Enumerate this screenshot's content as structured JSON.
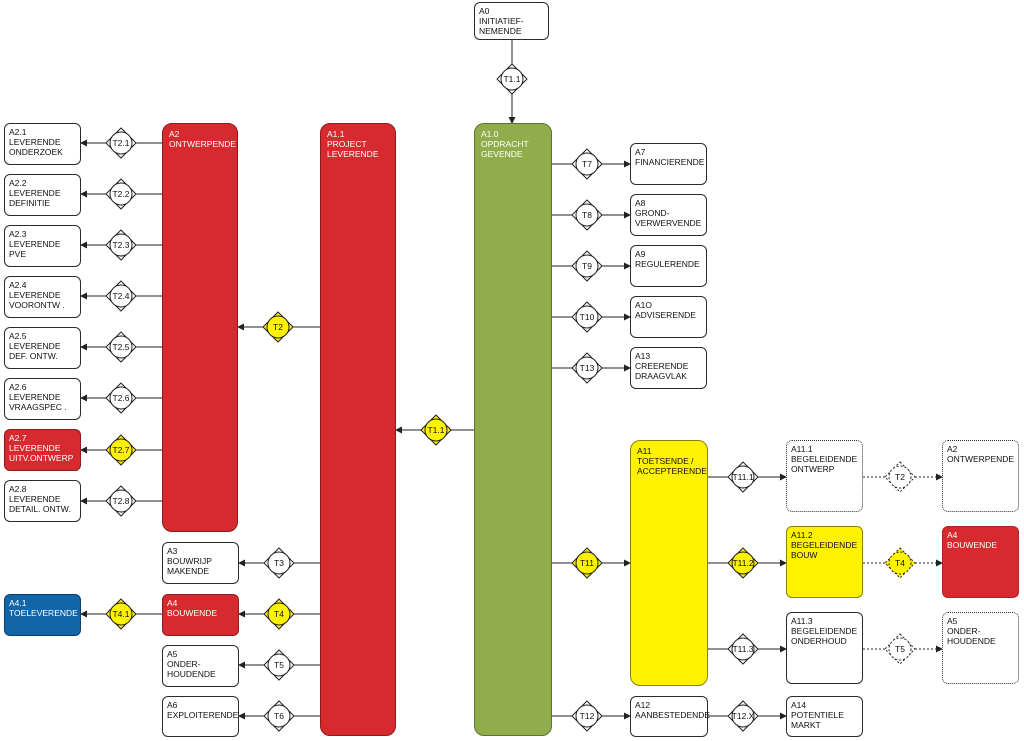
{
  "actors": {
    "a0": [
      "A0",
      "INITIATIEF-",
      "NEMENDE"
    ],
    "a2_bar": [
      "A2",
      "ONTWERPENDE"
    ],
    "a11_bar": [
      "A1.1",
      "PROJECT",
      "LEVERENDE"
    ],
    "a10_bar": [
      "A1.0",
      "OPDRACHT",
      "GEVENDE"
    ],
    "a21": [
      "A2.1",
      "LEVERENDE",
      "ONDERZOEK"
    ],
    "a22": [
      "A2.2",
      "LEVERENDE",
      "DEFINITIE"
    ],
    "a23": [
      "A2.3",
      "LEVERENDE",
      "PVE"
    ],
    "a24": [
      "A2.4",
      "LEVERENDE",
      "VOORONTW ."
    ],
    "a25": [
      "A2.5",
      "LEVERENDE",
      "DEF. ONTW."
    ],
    "a26": [
      "A2.6",
      "LEVERENDE",
      "VRAAGSPEC ."
    ],
    "a27": [
      "A2.7",
      "LEVERENDE",
      "UITV.ONTWERP"
    ],
    "a28": [
      "A2.8",
      "LEVERENDE",
      "DETAIL. ONTW."
    ],
    "a3": [
      "A3",
      "BOUWRIJP",
      "MAKENDE"
    ],
    "a41": [
      "A4.1",
      "TOELEVERENDE"
    ],
    "a4_left": [
      "A4",
      "BOUWENDE"
    ],
    "a5_left": [
      "A5",
      "ONDER-",
      "HOUDENDE"
    ],
    "a6": [
      "A6",
      "EXPLOITERENDE"
    ],
    "a7": [
      "A7",
      "FINANCIERENDE"
    ],
    "a8": [
      "A8",
      "GROND-",
      "VERWERVENDE"
    ],
    "a9": [
      "A9",
      "REGULERENDE"
    ],
    "a10": [
      "A1O",
      "ADVISERENDE"
    ],
    "a13": [
      "A13",
      "CREERENDE",
      "DRAAGVLAK"
    ],
    "a11_toets": [
      "A11",
      "TOETSENDE /",
      "ACCEPTERENDE"
    ],
    "a12": [
      "A12",
      "AANBESTEDENDE"
    ],
    "a111": [
      "A11.1",
      "BEGELEIDENDE",
      "ONTWERP"
    ],
    "a112": [
      "A11.2",
      "BEGELEIDENDE",
      "BOUW"
    ],
    "a113": [
      "A11.3",
      "BEGELEIDENDE",
      "ONDERHOUD"
    ],
    "a14": [
      "A14",
      "POTENTIELE",
      "MARKT"
    ],
    "a2_right": [
      "A2",
      "ONTWERPENDE"
    ],
    "a4_right": [
      "A4",
      "BOUWENDE"
    ],
    "a5_right": [
      "A5",
      "ONDER-",
      "HOUDENDE"
    ]
  },
  "transactions": {
    "t11_top": "T1.1",
    "t21": "T2.1",
    "t22": "T2.2",
    "t23": "T2.3",
    "t24": "T2.4",
    "t25": "T2.5",
    "t26": "T2.6",
    "t27": "T2.7",
    "t28": "T2.8",
    "t2": "T2",
    "t11_mid": "T1.1",
    "t3": "T3",
    "t4": "T4",
    "t41": "T4.1",
    "t5": "T5",
    "t6": "T6",
    "t7": "T7",
    "t8": "T8",
    "t9": "T9",
    "t10": "T10",
    "t13": "T13",
    "t11": "T11",
    "t12": "T12",
    "t111": "T11.1",
    "t112": "T11.2",
    "t113": "T11.3",
    "t12x": "T12.X",
    "t2_right": "T2",
    "t4_right": "T4",
    "t5_right": "T5"
  },
  "colors": {
    "red": "#d62a2f",
    "blue": "#1265a6",
    "yellow": "#fff200",
    "green": "#91ad4b"
  }
}
